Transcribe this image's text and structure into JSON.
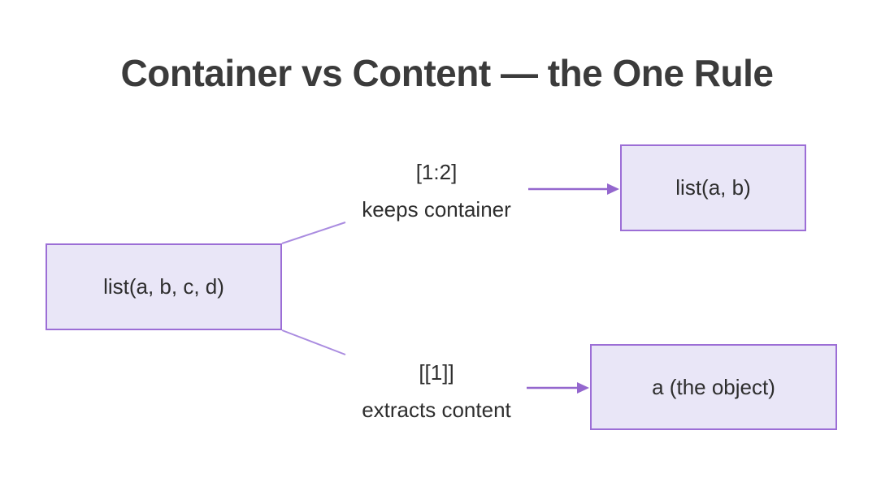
{
  "title": "Container vs Content — the One Rule",
  "diagram": {
    "source_box": {
      "label": "list(a, b, c, d)"
    },
    "branches": [
      {
        "operator": "[1:2]",
        "description": "keeps container",
        "result": "list(a, b)"
      },
      {
        "operator": "[[1]]",
        "description": "extracts content",
        "result": "a (the object)"
      }
    ]
  },
  "colors": {
    "box_fill": "#e9e6f7",
    "box_border": "#9c6ed6",
    "arrow": "#9467ce",
    "connector": "#aa8ce0",
    "title_text": "#3b3b3b",
    "body_text": "#2e2e2e",
    "canvas_bg": "#ffffff"
  }
}
